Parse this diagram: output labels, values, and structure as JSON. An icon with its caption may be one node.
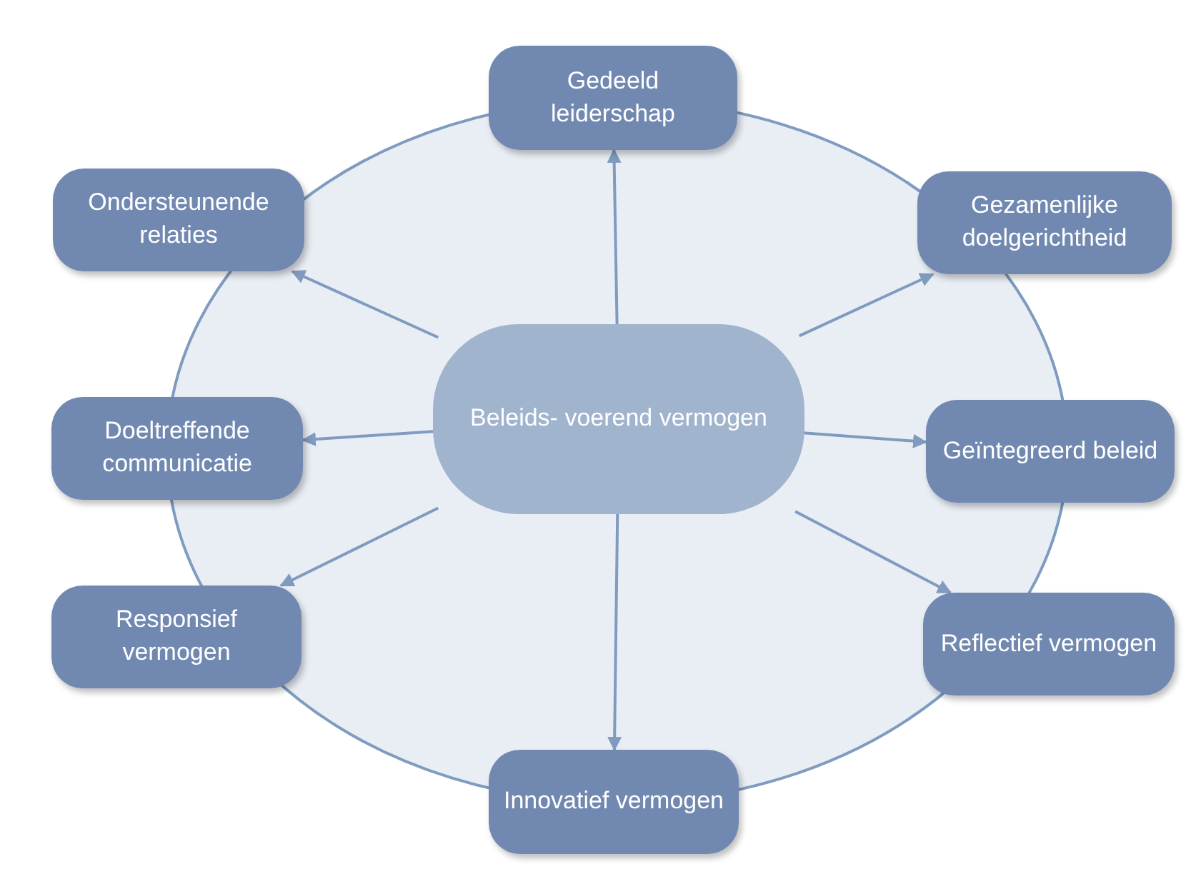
{
  "diagram": {
    "nodes": [
      {
        "text": [
          "Beleids- voerend vermogen"
        ]
      },
      {
        "text": [
          "Gedeeld leiderschap"
        ]
      },
      {
        "text": [
          "Gezamenlijke doelgerichtheid"
        ]
      },
      {
        "text": [
          "Geïntegreerd beleid"
        ]
      },
      {
        "text": [
          "Reflectief vermogen"
        ]
      },
      {
        "text": [
          "Innovatief vermogen"
        ]
      },
      {
        "text": [
          "Responsief vermogen"
        ]
      },
      {
        "text": [
          "Doeltreffende communicatie"
        ]
      },
      {
        "text": [
          "Ondersteunende relaties"
        ]
      }
    ],
    "edges": [
      {
        "from": 0,
        "to": 1,
        "arrow": "to"
      },
      {
        "from": 0,
        "to": 2,
        "arrow": "to"
      },
      {
        "from": 0,
        "to": 3,
        "arrow": "to"
      },
      {
        "from": 0,
        "to": 4,
        "arrow": "to"
      },
      {
        "from": 0,
        "to": 5,
        "arrow": "to"
      },
      {
        "from": 0,
        "to": 6,
        "arrow": "to"
      },
      {
        "from": 0,
        "to": 7,
        "arrow": "to"
      },
      {
        "from": 0,
        "to": 8,
        "arrow": "to"
      }
    ]
  }
}
